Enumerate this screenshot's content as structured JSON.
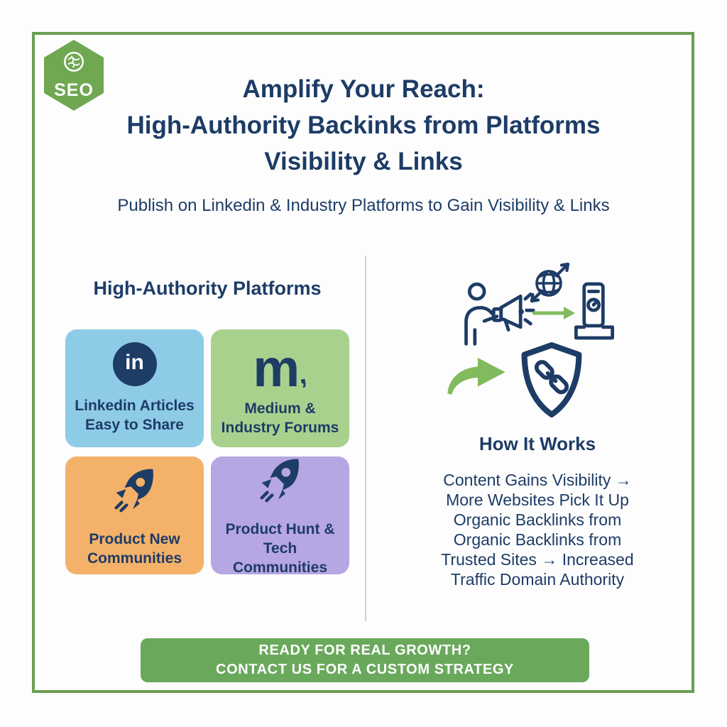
{
  "colors": {
    "navy": "#1d3c66",
    "frame_green": "#6b9e52",
    "badge_green": "#6fa851",
    "accent_green": "#82bb5e",
    "banner_green": "#6aa85c",
    "divider_gray": "#d2d2d2",
    "card_blue": "#8ecbe6",
    "card_green": "#a9d18e",
    "card_orange": "#f4b169",
    "card_purple": "#b6a6e1"
  },
  "badge": {
    "label": "SEO",
    "icon": "globe-icon"
  },
  "header": {
    "title_line1": "Amplify Your Reach:",
    "title_line2": "High-Authority Backinks from Platforms",
    "title_line3": "Visibility & Links",
    "subtitle": "Publish on Linkedin & Industry Platforms to Gain Visibility & Links"
  },
  "left_panel": {
    "heading": "High-Authority Platforms",
    "linkedin_glyph": "in",
    "medium_glyph": "m",
    "medium_mark": ",",
    "cards": [
      {
        "icon": "linkedin-icon",
        "line1": "Linkedin Articles",
        "line2": "Easy to Share",
        "bg": "#8ecbe6"
      },
      {
        "icon": "medium-icon",
        "line1": "Medium &",
        "line2": "Industry Forums",
        "bg": "#a9d18e"
      },
      {
        "icon": "rocket-icon",
        "line1": "Product New",
        "line2": "Communities",
        "bg": "#f4b169"
      },
      {
        "icon": "rocket-icon",
        "line1": "Product Hunt & Tech",
        "line2": "Communities",
        "bg": "#b6a6e1"
      }
    ]
  },
  "right_panel": {
    "icons": [
      "megaphone-person-icon",
      "globe-arrows-icon",
      "arrow-right-icon",
      "device-dashboard-icon",
      "curved-arrow-icon",
      "shield-link-icon"
    ],
    "heading": "How It Works",
    "lines": [
      "Content Gains Visibility →",
      "More Websites Pick It Up",
      "Organic Backlinks from",
      "Organic Backlinks from",
      "Trusted Sites → Increased",
      "Traffic Domain Authority"
    ]
  },
  "footer_banner": {
    "line1": "READY FOR REAL GROWTH?",
    "line2": "CONTACT US FOR A CUSTOM STRATEGY"
  }
}
